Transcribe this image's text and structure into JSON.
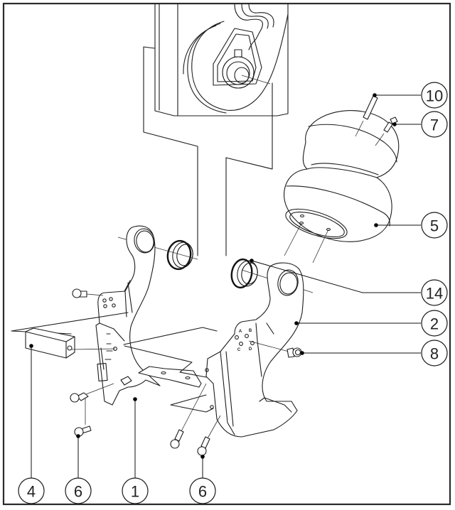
{
  "diagram": {
    "type": "exploded-parts-assembly",
    "description": "Exploded view of air spring (bellows) mounting bracket assembly on a vertical frame member",
    "colors": {
      "line": "#1c1c1c",
      "background": "#ffffff",
      "frame": "#2b2b2b"
    },
    "bracket_hole_marks": [
      "A",
      "B",
      "C",
      "D"
    ],
    "callouts": [
      {
        "id": "callout-10",
        "label": "10",
        "part": "pin"
      },
      {
        "id": "callout-7",
        "label": "7",
        "part": "air fitting"
      },
      {
        "id": "callout-5",
        "label": "5",
        "part": "air spring bellows"
      },
      {
        "id": "callout-14",
        "label": "14",
        "part": "bushing"
      },
      {
        "id": "callout-2",
        "label": "2",
        "part": "right bracket"
      },
      {
        "id": "callout-8",
        "label": "8",
        "part": "flange bolt"
      },
      {
        "id": "callout-4",
        "label": "4",
        "part": "spacer block"
      },
      {
        "id": "callout-6a",
        "label": "6",
        "part": "flange bolt"
      },
      {
        "id": "callout-1",
        "label": "1",
        "part": "left bracket"
      },
      {
        "id": "callout-6b",
        "label": "6",
        "part": "flange bolt"
      }
    ]
  }
}
